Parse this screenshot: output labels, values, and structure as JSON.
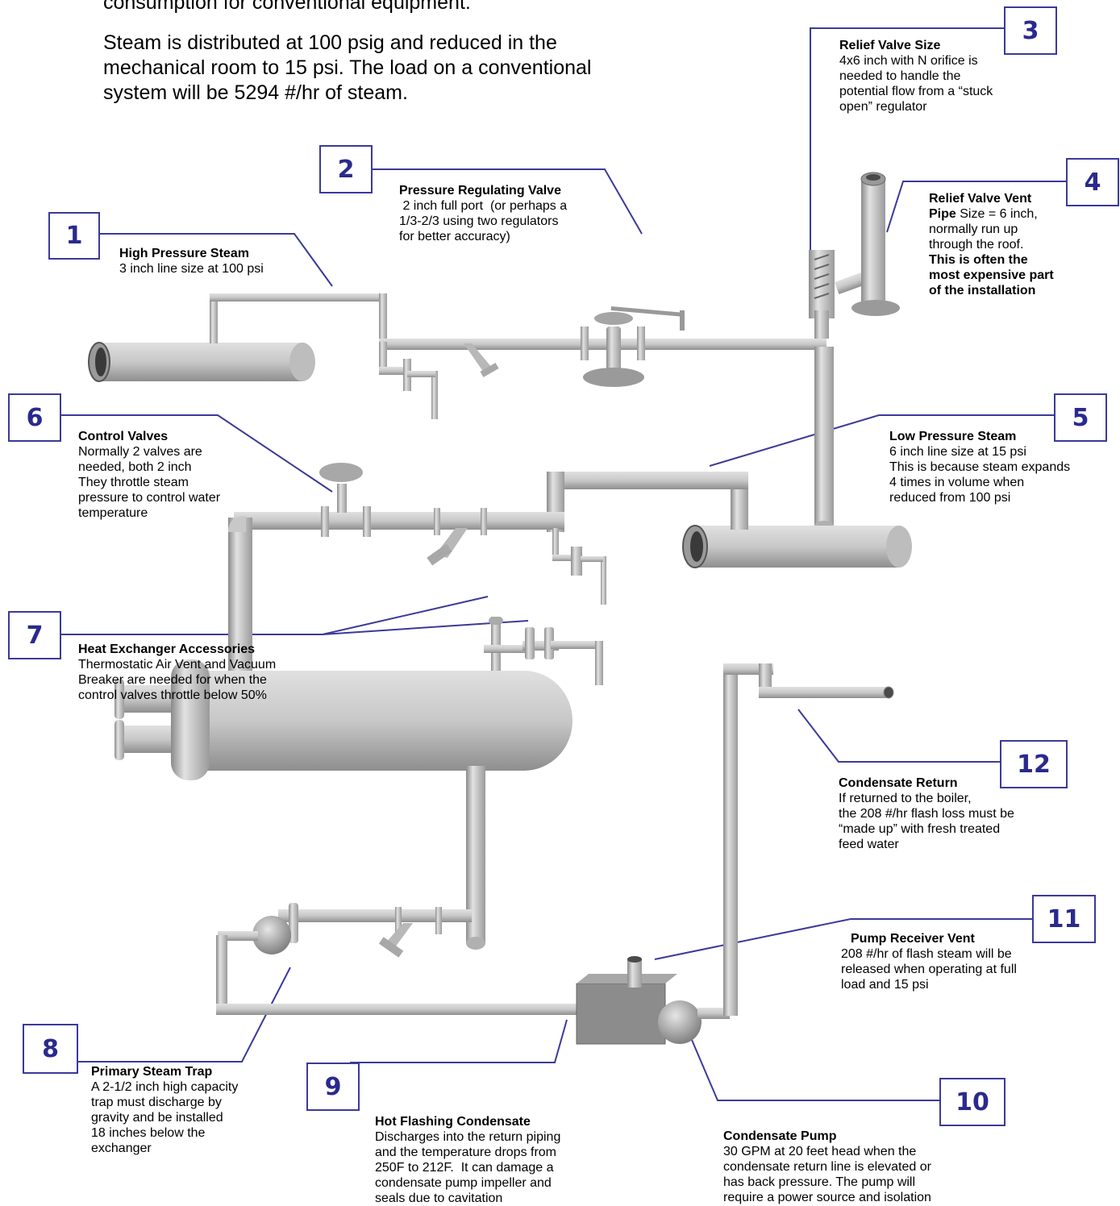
{
  "intro": {
    "line1": "consumption for conventional equipment:",
    "para2_l1": "Steam is distributed at 100 psig and reduced in the",
    "para2_l2": "mechanical room to 15 psi. The load on a conventional",
    "para2_l3": "system will be 5294 #/hr of steam."
  },
  "callouts": [
    {
      "num": "1",
      "title": "High Pressure Steam",
      "lines": [
        "3 inch line size at 100 psi"
      ]
    },
    {
      "num": "2",
      "title": "Pressure Regulating Valve",
      "lines": [
        " 2 inch full port  (or perhaps a",
        "1/3-2/3 using two regulators",
        "for better accuracy)"
      ]
    },
    {
      "num": "3",
      "title": "Relief Valve Size",
      "lines": [
        "4x6 inch with N orifice is",
        "needed to handle the",
        "potential flow from a “stuck",
        "open” regulator"
      ]
    },
    {
      "num": "4",
      "title": "Relief Valve Vent",
      "title2": "Pipe",
      "title2_rest": " Size = 6 inch,",
      "lines": [
        "normally run up",
        "through the roof."
      ],
      "bold_lines": [
        "This is often the",
        "most expensive part",
        "of the installation"
      ]
    },
    {
      "num": "5",
      "title": "Low Pressure Steam",
      "lines": [
        "6 inch line size at 15 psi",
        "This is because steam expands",
        "4 times in volume when",
        "reduced from 100 psi"
      ]
    },
    {
      "num": "6",
      "title": "Control Valves",
      "lines": [
        "Normally 2 valves are",
        "needed, both 2 inch",
        "They throttle steam",
        "pressure to control water",
        "temperature"
      ]
    },
    {
      "num": "7",
      "title": "Heat Exchanger Accessories",
      "lines": [
        "Thermostatic Air Vent and Vacuum",
        "Breaker are needed for when the",
        "control valves throttle below 50%"
      ]
    },
    {
      "num": "8",
      "title": "Primary Steam Trap",
      "lines": [
        "A 2-1/2 inch high capacity",
        "trap must discharge by",
        "gravity and be installed",
        "18 inches below the",
        "exchanger"
      ]
    },
    {
      "num": "9",
      "title": "Hot Flashing Condensate",
      "lines": [
        "Discharges into the return piping",
        "and the temperature drops from",
        "250F to 212F.  It can damage a",
        "condensate pump impeller and",
        "seals due to cavitation"
      ]
    },
    {
      "num": "10",
      "title": "Condensate Pump",
      "lines": [
        "30 GPM at 20 feet head when the",
        "condensate return line is elevated or",
        "has back pressure. The pump will",
        "require a power source and isolation"
      ]
    },
    {
      "num": "11",
      "title": "Pump Receiver Vent",
      "lines": [
        "208 #/hr of flash steam will be",
        "released when operating at full",
        "load and 15 psi"
      ]
    },
    {
      "num": "12",
      "title": "Condensate Return",
      "lines": [
        "If returned to the boiler,",
        "the 208 #/hr flash loss must be",
        "“made up” with fresh treated",
        "feed water"
      ]
    }
  ],
  "colors": {
    "box_border": "#3a3a9a",
    "number": "#2a2a8e",
    "pipe": "#c4c4c4",
    "pipe_dark": "#8a8a8a",
    "pump_body": "#8c8c8c"
  }
}
